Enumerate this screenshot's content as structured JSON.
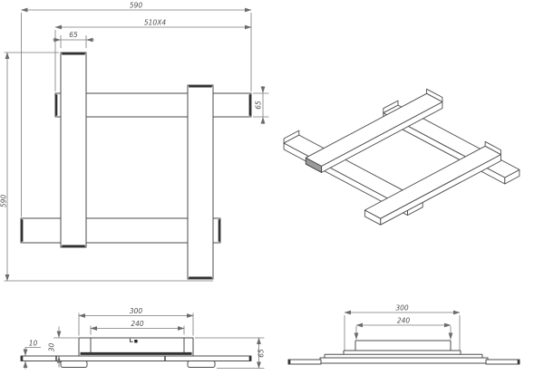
{
  "drawing": {
    "type": "technical dimension drawing",
    "subject": "ceiling lamp with four crossing bars and central square panel",
    "colors": {
      "background": "#ffffff",
      "outline": "#4b4b4b",
      "dimension_line": "#7a7a7a",
      "dimension_text": "#4f4f4f",
      "end_cap": "#2e2e2e"
    },
    "views": {
      "plan": {
        "name": "top view",
        "dims": {
          "overall_width": "590",
          "bar_length": "510X4",
          "bar_width": "65",
          "overall_height": "590",
          "bar_width_right": "65"
        }
      },
      "isometric": {
        "name": "perspective view"
      },
      "side_left": {
        "name": "front elevation",
        "dims": {
          "canopy_width": "300",
          "panel_width": "240",
          "canopy_height": "30",
          "bar_thickness": "10",
          "total_height": "65"
        }
      },
      "side_right": {
        "name": "diagonal elevation",
        "dims": {
          "canopy_width": "300",
          "panel_width": "240"
        }
      }
    }
  }
}
